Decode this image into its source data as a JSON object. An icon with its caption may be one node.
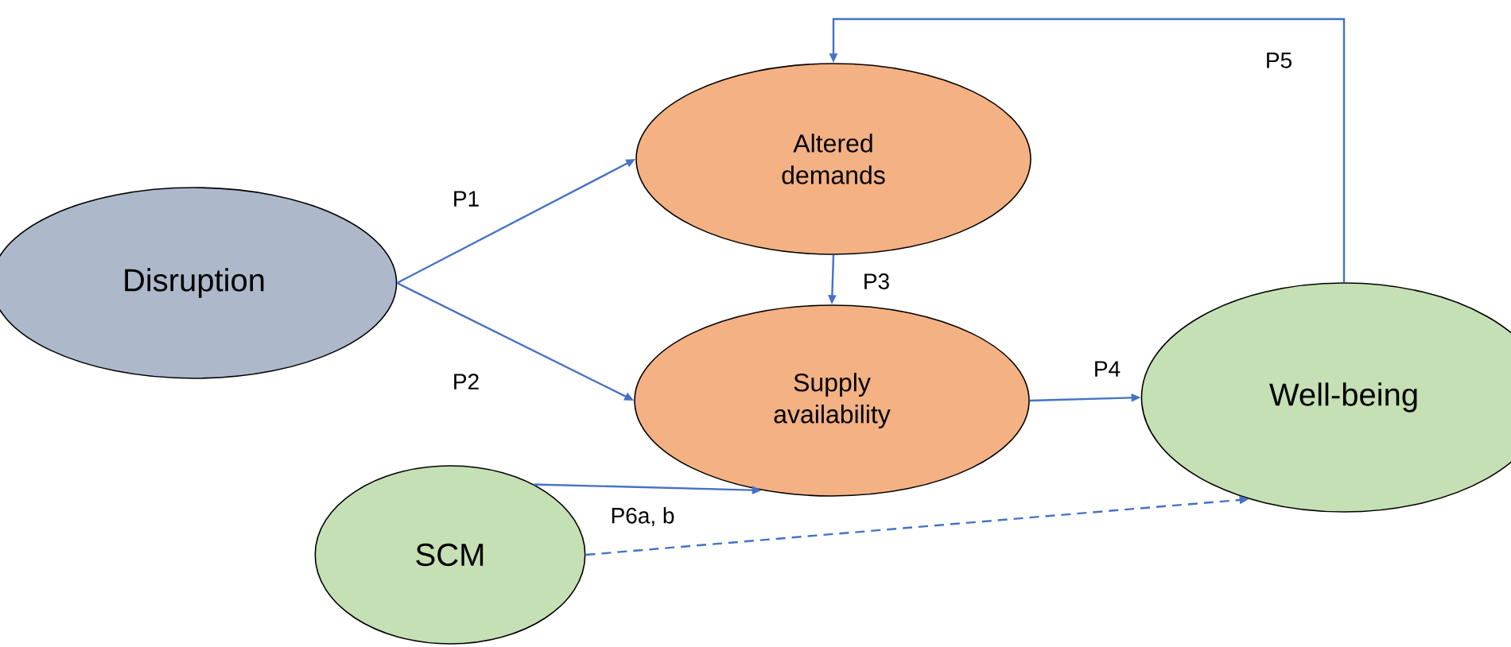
{
  "diagram": {
    "nodes": [
      {
        "text": [
          "Disruption"
        ]
      },
      {
        "text": [
          "Altered demands"
        ]
      },
      {
        "text": [
          "Supply availability"
        ]
      },
      {
        "text": [
          "SCM"
        ]
      },
      {
        "text": [
          "Well-being"
        ]
      }
    ],
    "edges": [
      {
        "from": 0,
        "to": 1,
        "arrow": "to",
        "label": "P1"
      },
      {
        "from": 0,
        "to": 2,
        "arrow": "to",
        "label": "P2"
      },
      {
        "from": 1,
        "to": 2,
        "arrow": "to",
        "label": "P3"
      },
      {
        "from": 2,
        "to": 4,
        "arrow": "to",
        "label": "P4"
      },
      {
        "from": 4,
        "to": 1,
        "arrow": "to",
        "label": "P5"
      },
      {
        "from": 3,
        "to": 2,
        "arrow": "to",
        "label": "P6a, b"
      },
      {
        "from": 3,
        "to": 4,
        "arrow": "to",
        "style": "dashed"
      }
    ]
  }
}
